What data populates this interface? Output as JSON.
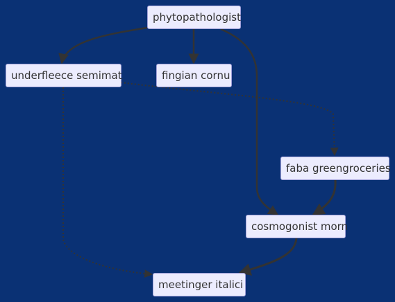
{
  "nodes": [
    {
      "id": "n1",
      "label": "phytopathologist"
    },
    {
      "id": "n2",
      "label": "underfleece semimat"
    },
    {
      "id": "n3",
      "label": "fingian cornu"
    },
    {
      "id": "n4",
      "label": "faba greengroceries"
    },
    {
      "id": "n5",
      "label": "cosmogonist morn"
    },
    {
      "id": "n6",
      "label": "meetinger italici"
    }
  ],
  "edges": [
    {
      "from": "n1",
      "to": "n2",
      "style": "solid"
    },
    {
      "from": "n1",
      "to": "n3",
      "style": "solid"
    },
    {
      "from": "n1",
      "to": "n5",
      "style": "solid"
    },
    {
      "from": "n2",
      "to": "n4",
      "style": "dotted"
    },
    {
      "from": "n2",
      "to": "n6",
      "style": "dotted"
    },
    {
      "from": "n4",
      "to": "n5",
      "style": "solid"
    },
    {
      "from": "n5",
      "to": "n6",
      "style": "solid"
    }
  ],
  "colors": {
    "background": "#0a3174",
    "node_fill": "#ececfe",
    "node_border": "#9f9fd9",
    "node_text": "#333333",
    "edge": "#333333"
  }
}
